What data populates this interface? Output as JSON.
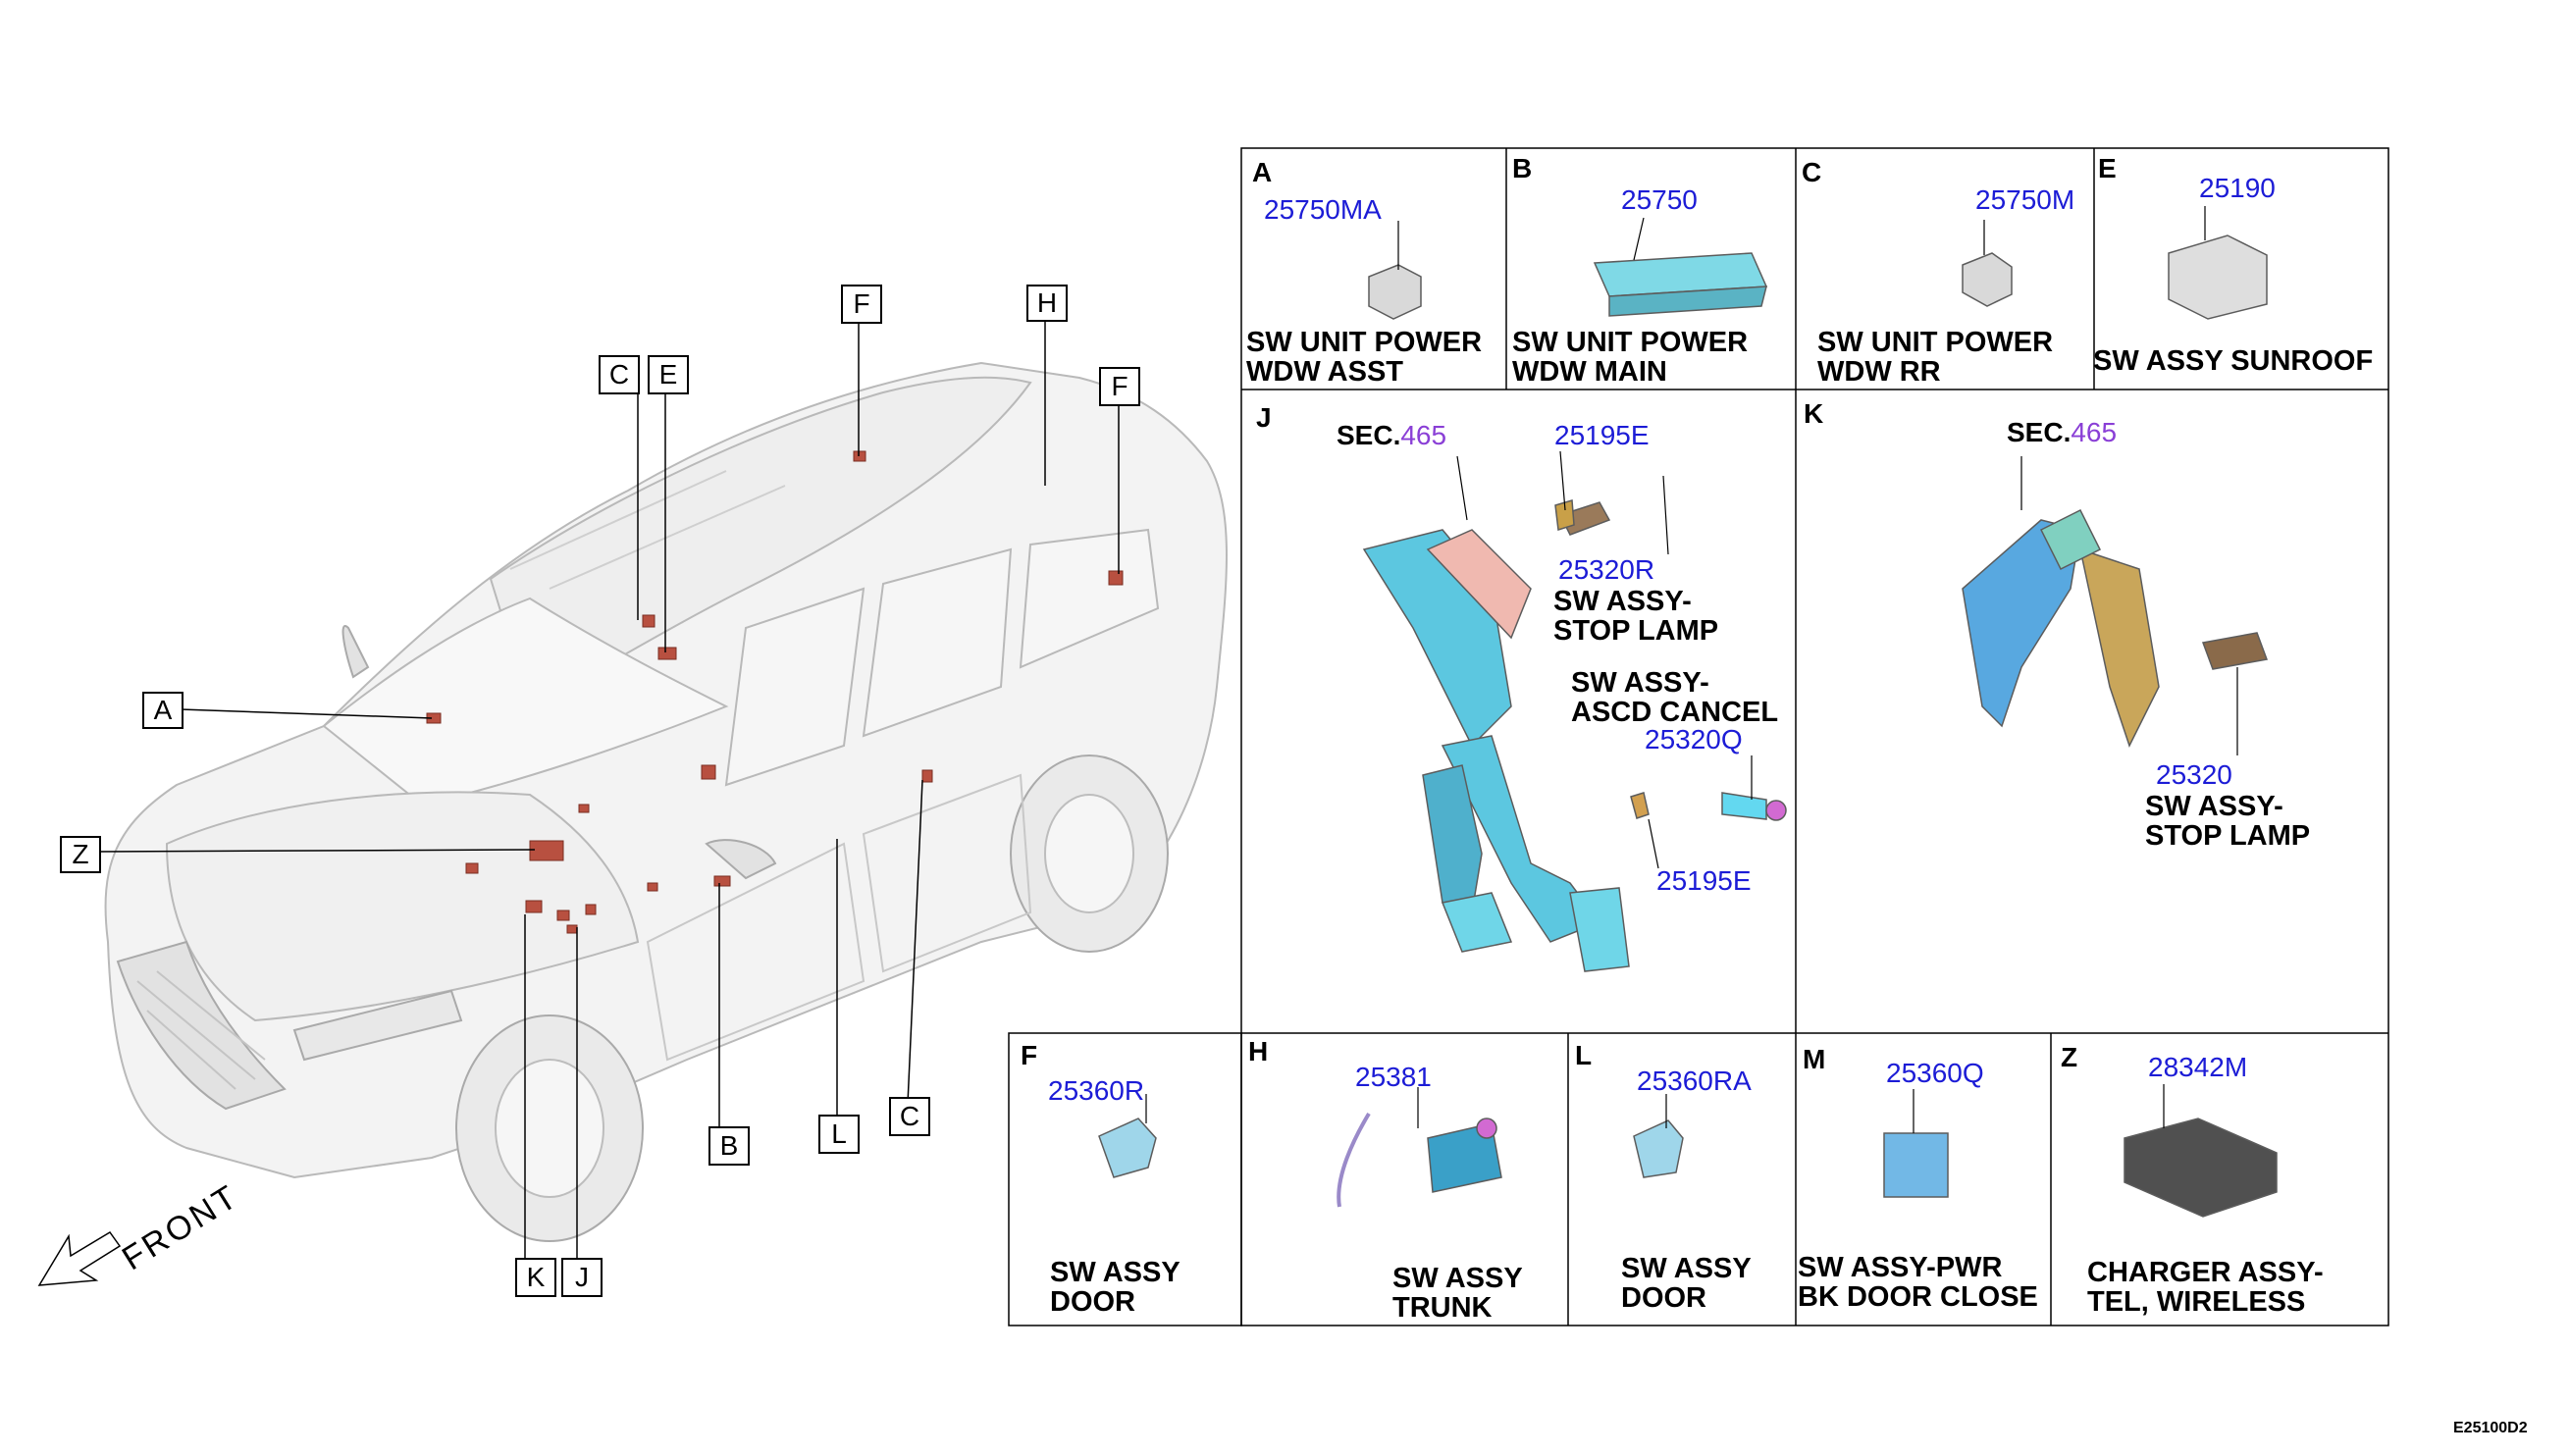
{
  "tags": {
    "A": "A",
    "B": "B",
    "C1": "C",
    "C2": "C",
    "E": "E",
    "F1": "F",
    "F2": "F",
    "H": "H",
    "J": "J",
    "K": "K",
    "L": "L",
    "Z": "Z"
  },
  "front_label": "FRONT",
  "panels": {
    "A": {
      "letter": "A",
      "part": "25750MA",
      "desc": [
        "SW UNIT POWER",
        "WDW ASST"
      ]
    },
    "B": {
      "letter": "B",
      "part": "25750",
      "desc": [
        "SW UNIT POWER",
        "WDW MAIN"
      ]
    },
    "C": {
      "letter": "C",
      "part": "25750M",
      "desc": [
        "SW UNIT POWER",
        "WDW RR"
      ]
    },
    "E": {
      "letter": "E",
      "part": "25190",
      "desc": [
        "SW ASSY SUNROOF"
      ]
    },
    "J": {
      "letter": "J",
      "sec_prefix": "SEC.",
      "sec_num": "465",
      "parts": [
        "25195E",
        "25320R",
        "25320Q",
        "25195E"
      ],
      "desc1": [
        "SW ASSY-",
        "STOP LAMP"
      ],
      "desc2": [
        "SW ASSY-",
        "ASCD CANCEL"
      ]
    },
    "K": {
      "letter": "K",
      "sec_prefix": "SEC.",
      "sec_num": "465",
      "part": "25320",
      "desc": [
        "SW ASSY-",
        "STOP LAMP"
      ]
    },
    "F": {
      "letter": "F",
      "part": "25360R",
      "desc": [
        "SW ASSY",
        "DOOR"
      ]
    },
    "H": {
      "letter": "H",
      "part": "25381",
      "desc": [
        "SW ASSY",
        "TRUNK"
      ]
    },
    "L": {
      "letter": "L",
      "part": "25360RA",
      "desc": [
        "SW ASSY",
        "DOOR"
      ]
    },
    "M": {
      "letter": "M",
      "part": "25360Q",
      "desc": [
        "SW ASSY-PWR",
        "BK DOOR CLOSE"
      ]
    },
    "Z": {
      "letter": "Z",
      "part": "28342M",
      "desc": [
        "CHARGER ASSY-",
        "TEL, WIRELESS"
      ]
    }
  },
  "diagram_code": "E25100D2"
}
